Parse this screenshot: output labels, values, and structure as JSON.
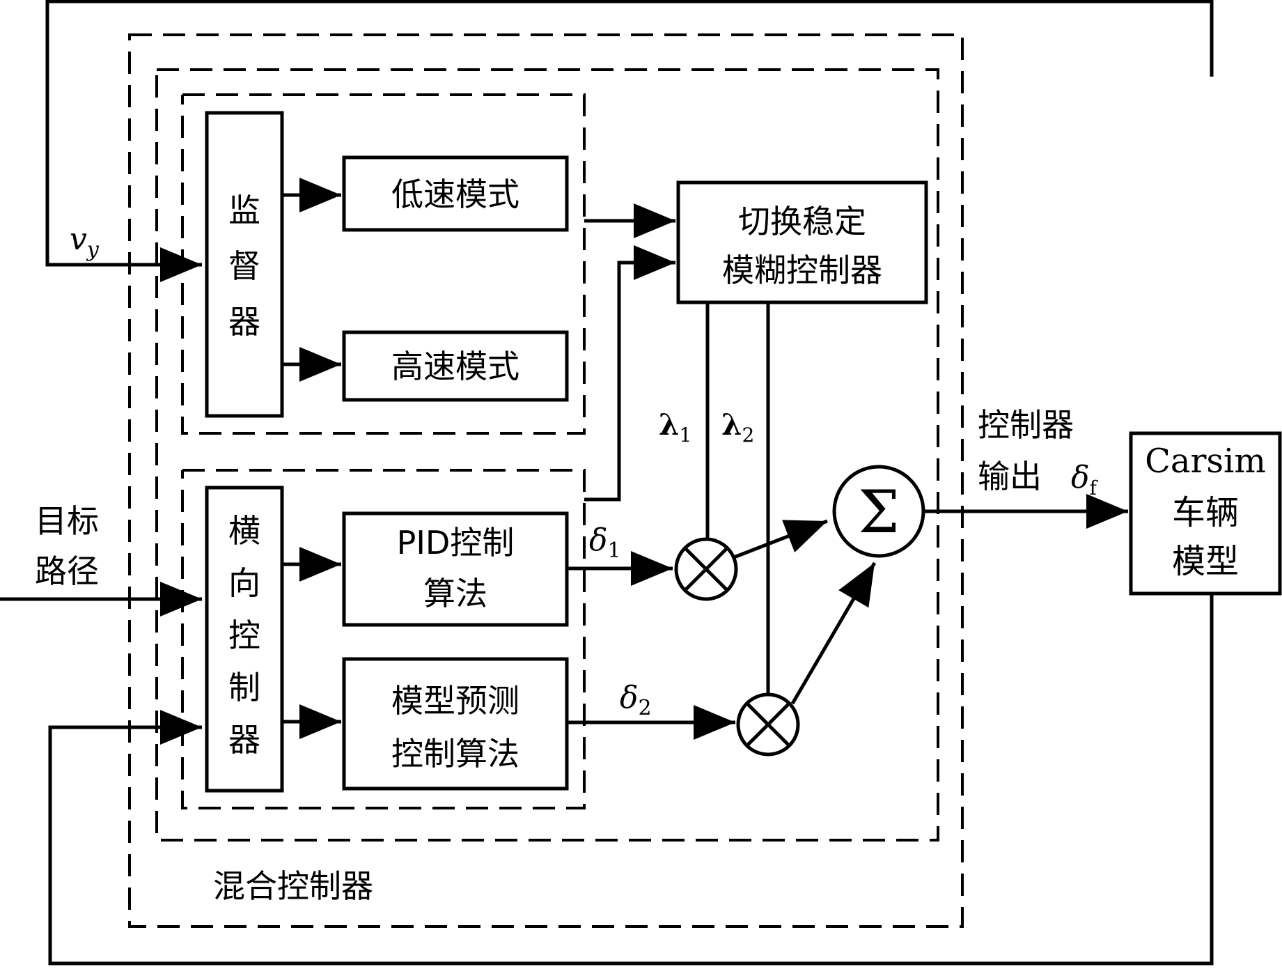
{
  "blocks": {
    "supervisor": [
      "监",
      "督",
      "器"
    ],
    "low_speed": "低速模式",
    "high_speed": "高速模式",
    "fuzzy_controller": [
      "切换稳定",
      "模糊控制器"
    ],
    "lateral_controller": [
      "横",
      "向",
      "控",
      "制",
      "器"
    ],
    "pid": [
      "PID控制",
      "算法"
    ],
    "mpc": [
      "模型预测",
      "控制算法"
    ],
    "sum_symbol": "Σ",
    "multiply_symbol": "⊗",
    "carsim": [
      "Carsim",
      "车辆",
      "模型"
    ]
  },
  "signals": {
    "vy": {
      "base": "v",
      "sub": "y"
    },
    "target_path": [
      "目标",
      "路径"
    ],
    "delta1": {
      "base": "δ",
      "sub": "1"
    },
    "delta2": {
      "base": "δ",
      "sub": "2"
    },
    "lambda1": {
      "base": "λ",
      "sub": "1"
    },
    "lambda2": {
      "base": "λ",
      "sub": "2"
    },
    "controller_output": [
      "控制器",
      "输出"
    ],
    "delta_f": {
      "base": "δ",
      "sub": "f"
    }
  },
  "groups": {
    "hybrid_controller": "混合控制器"
  }
}
